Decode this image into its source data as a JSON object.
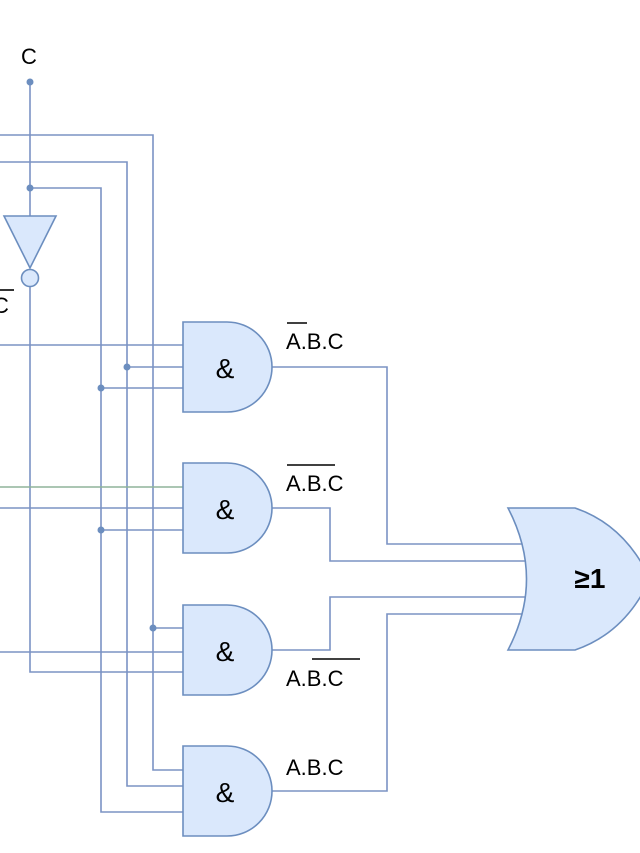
{
  "input_label": "C",
  "inverted_label": "C",
  "gates": {
    "and_1": "&",
    "and_2": "&",
    "and_3": "&",
    "and_4": "&",
    "or": "≥1"
  },
  "terms": {
    "term_1": {
      "a": "A",
      "rest": ".B.C"
    },
    "term_2": {
      "a": "A",
      "mid": ".",
      "b": "B",
      "rest": ".C"
    },
    "term_3": {
      "a": "A.",
      "b": "B",
      "mid": ".",
      "c": "C"
    },
    "term_4": {
      "text": "A.B.C"
    }
  }
}
